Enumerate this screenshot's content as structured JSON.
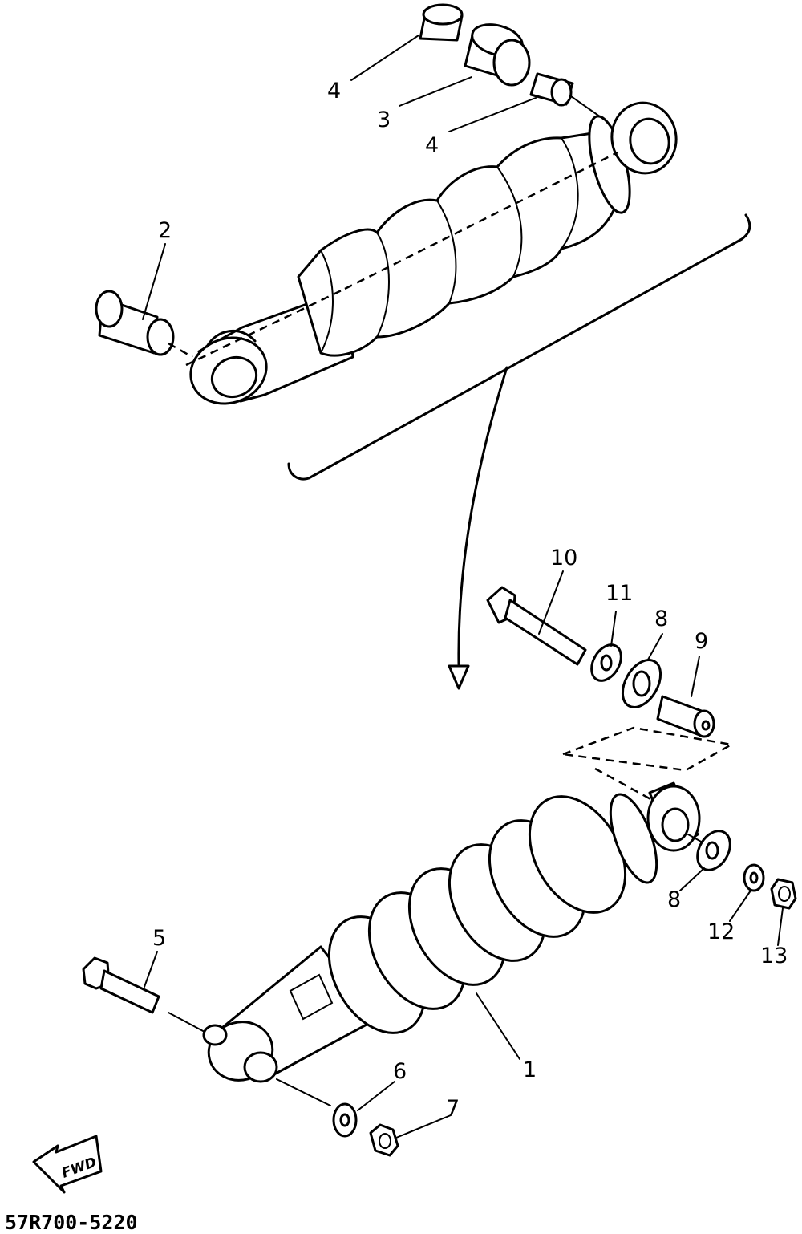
{
  "diagram": {
    "callouts": {
      "c1": "1",
      "c2": "2",
      "c3": "3",
      "c4a": "4",
      "c4b": "4",
      "c5": "5",
      "c6": "6",
      "c7": "7",
      "c8a": "8",
      "c8b": "8",
      "c9": "9",
      "c10": "10",
      "c11": "11",
      "c12": "12",
      "c13": "13"
    },
    "fwd_label": "FWD",
    "drawing_code": "57R700-5220"
  }
}
